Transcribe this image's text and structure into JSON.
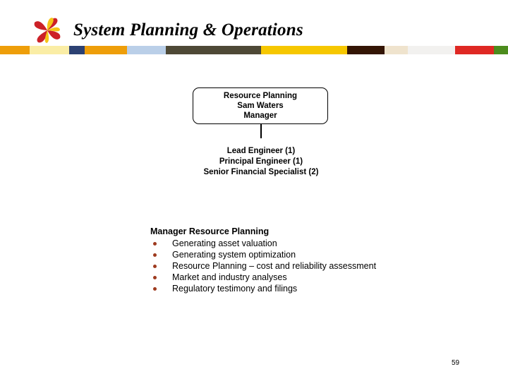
{
  "header": {
    "title": "System Planning & Operations",
    "logo_name": "company-pinwheel-logo",
    "logo_colors": {
      "red": "#CC2127",
      "yellow": "#F5C518",
      "white": "#FFFFFF"
    }
  },
  "color_band": [
    {
      "name": "band-segment-orange-1",
      "color": "#EE9E09",
      "width": 42
    },
    {
      "name": "band-segment-pale-yellow",
      "color": "#FAEDA5",
      "width": 56
    },
    {
      "name": "band-segment-navy",
      "color": "#2C4173",
      "width": 22
    },
    {
      "name": "band-segment-orange-2",
      "color": "#EE9E09",
      "width": 60
    },
    {
      "name": "band-segment-light-blue",
      "color": "#BACFE8",
      "width": 55
    },
    {
      "name": "band-segment-dark-olive",
      "color": "#4E4936",
      "width": 135
    },
    {
      "name": "band-segment-gold",
      "color": "#F6C700",
      "width": 122
    },
    {
      "name": "band-segment-dark-brown",
      "color": "#341505",
      "width": 53
    },
    {
      "name": "band-segment-cream",
      "color": "#EFE3CD",
      "width": 33
    },
    {
      "name": "band-segment-off-white",
      "color": "#F2F1EF",
      "width": 67
    },
    {
      "name": "band-segment-red",
      "color": "#DF2823",
      "width": 55
    },
    {
      "name": "band-segment-green",
      "color": "#4C8C1D",
      "width": 20
    }
  ],
  "org_chart": {
    "box": {
      "lines": [
        "Resource Planning",
        "Sam Waters",
        "Manager"
      ]
    },
    "reports": [
      "Lead Engineer (1)",
      "Principal Engineer (1)",
      "Senior Financial Specialist (2)"
    ]
  },
  "duties": {
    "heading": "Manager Resource Planning",
    "items": [
      "Generating asset valuation",
      "Generating system optimization",
      "Resource Planning – cost and reliability assessment",
      "Market and industry analyses",
      "Regulatory testimony and filings"
    ],
    "bullet_color": "#9E3A1E"
  },
  "footer": {
    "page_number": "59"
  }
}
